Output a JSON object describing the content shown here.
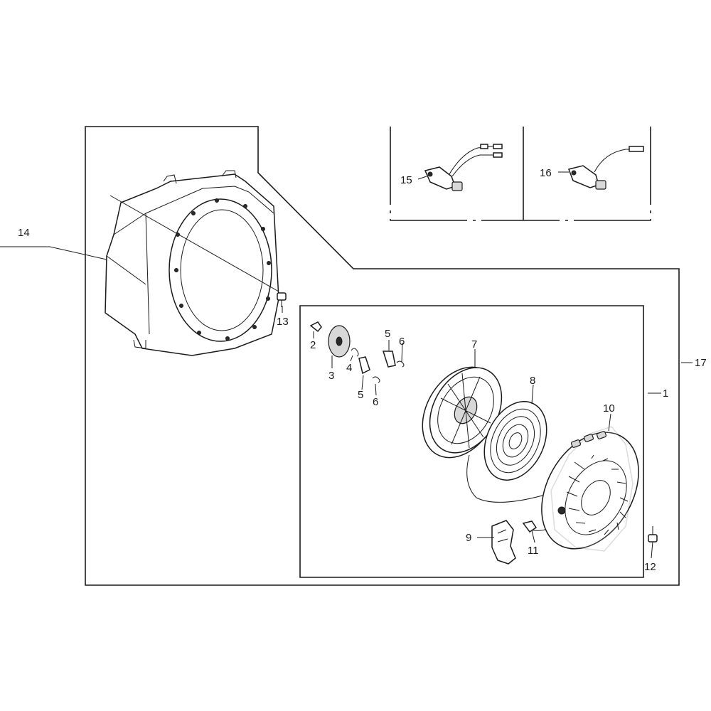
{
  "callouts": {
    "c1": "1",
    "c2": "2",
    "c3": "3",
    "c4": "4",
    "c5a": "5",
    "c5b": "5",
    "c6a": "6",
    "c6b": "6",
    "c7": "7",
    "c8": "8",
    "c9": "9",
    "c10": "10",
    "c11": "11",
    "c12": "12",
    "c13": "13",
    "c14": "14",
    "c15": "15",
    "c16": "16",
    "c17": "17"
  }
}
